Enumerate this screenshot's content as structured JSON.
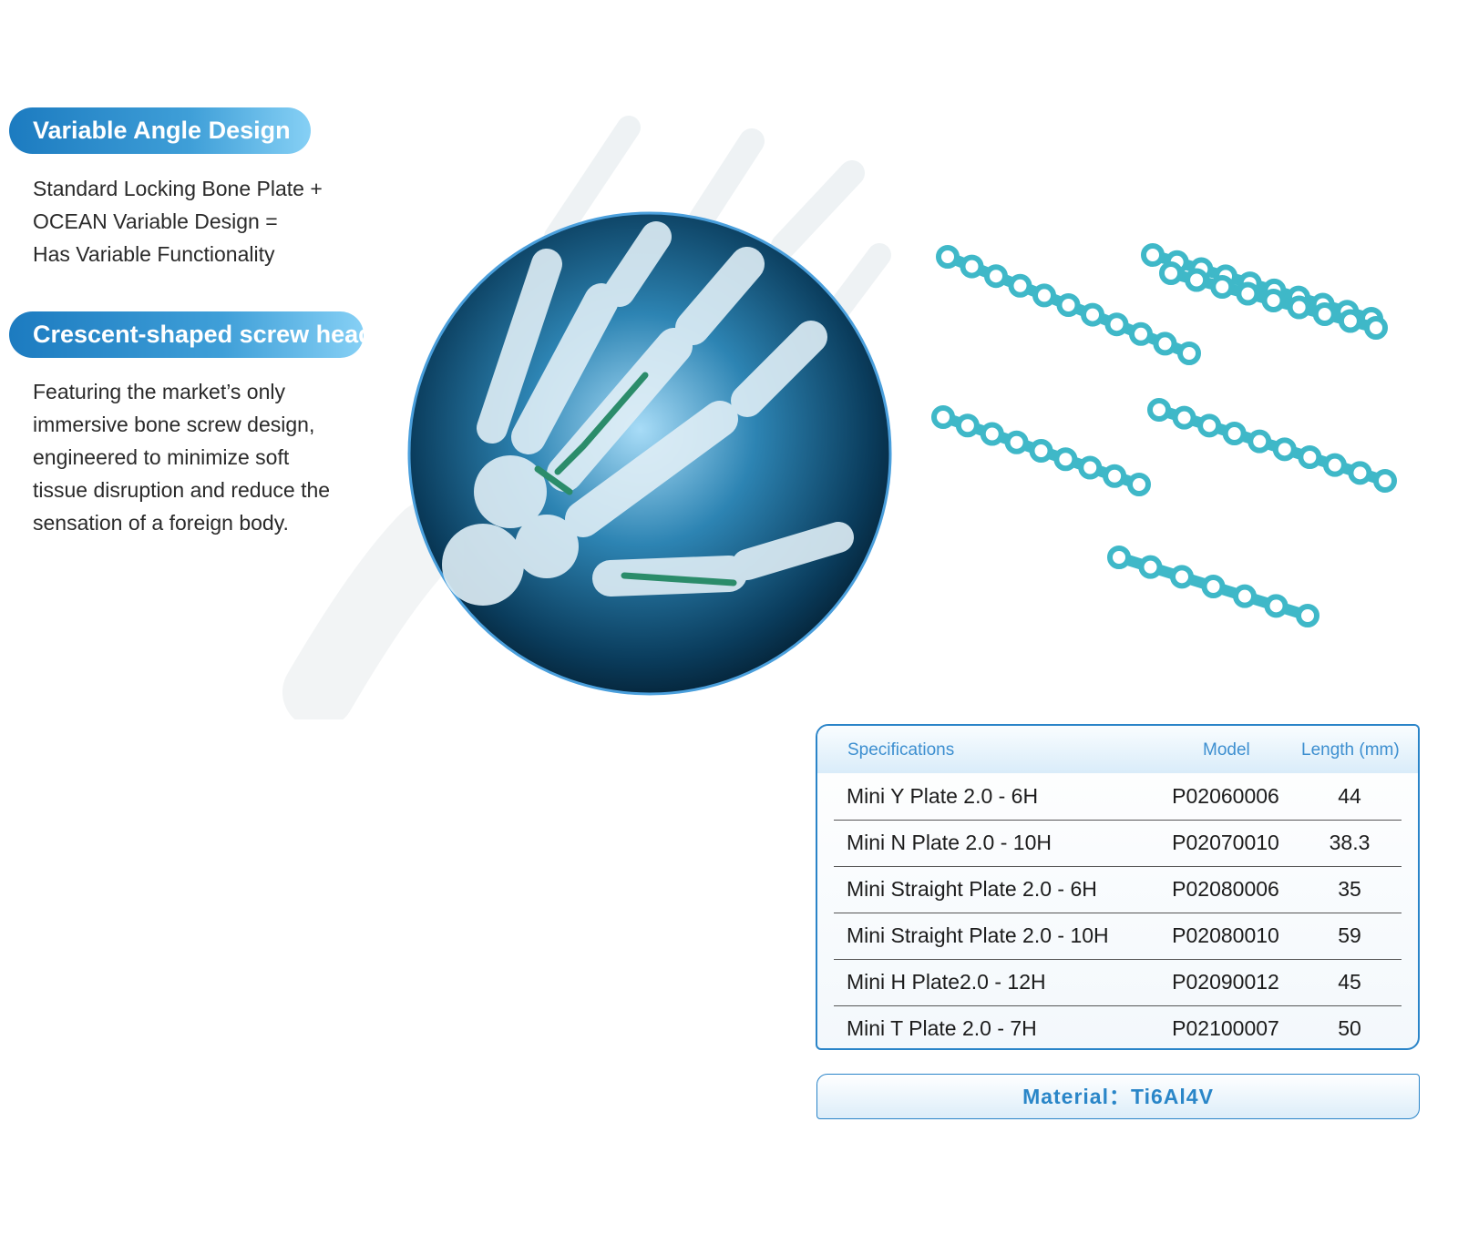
{
  "features": [
    {
      "title": "Variable Angle Design",
      "lines": [
        "Standard Locking Bone Plate +",
        "OCEAN Variable Design =",
        "Has Variable Functionality"
      ]
    },
    {
      "title": "Crescent-shaped screw head",
      "lines": [
        "Featuring the market’s only",
        "immersive bone screw design,",
        "engineered to minimize soft",
        "tissue disruption and reduce the",
        "sensation of a foreign body."
      ]
    }
  ],
  "table": {
    "headers": [
      "Specifications",
      "Model",
      "Length (mm)"
    ],
    "rows": [
      [
        "Mini Y Plate 2.0 - 6H",
        "P02060006",
        "44"
      ],
      [
        "Mini N Plate 2.0 - 10H",
        "P02070010",
        "38.3"
      ],
      [
        "Mini Straight Plate 2.0 - 6H",
        "P02080006",
        "35"
      ],
      [
        "Mini Straight Plate 2.0 - 10H",
        "P02080010",
        "59"
      ],
      [
        "Mini H Plate2.0 - 12H",
        "P02090012",
        "45"
      ],
      [
        "Mini T Plate 2.0 - 7H",
        "P02100007",
        "50"
      ]
    ]
  },
  "material": "Material：Ti6Al4V",
  "colors": {
    "accent": "#2a84c8",
    "plate": "#3fb8c8",
    "circle_dark": "#04263a"
  }
}
